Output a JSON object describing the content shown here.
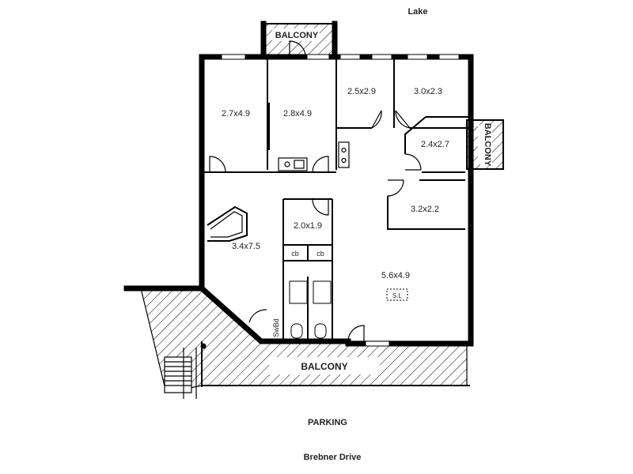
{
  "labels": {
    "lake": "Lake",
    "parking": "PARKING",
    "street": "Brebner Drive",
    "balcony_top": "BALCONY",
    "balcony_right": "BALCONY",
    "balcony_bottom": "BALCONY"
  },
  "rooms": {
    "bedroom_a": "2.7x4.9",
    "bedroom_b": "2.8x4.9",
    "room_top_mid": "2.5x2.9",
    "room_top_right": "3.0x2.3",
    "room_right_small": "2.4x2.7",
    "room_right_mid": "3.2x2.2",
    "bath": "2.0x1.9",
    "living": "3.4x7.5",
    "main": "5.6x4.9"
  },
  "fixtures": {
    "cupboard_1": "cb",
    "cupboard_2": "cb",
    "storage": "SwBd",
    "skylight": "S.L"
  }
}
